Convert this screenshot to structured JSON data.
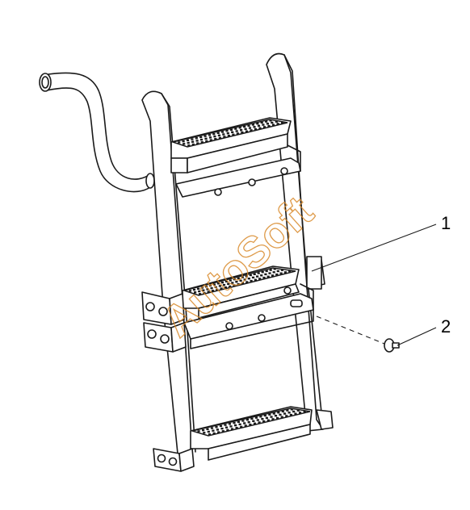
{
  "callouts": [
    {
      "number": "1"
    },
    {
      "number": "2"
    }
  ],
  "watermark": {
    "text": "AutoSoft",
    "color": "#d98a2b"
  },
  "colors": {
    "line": "#1a1a1a",
    "background": "#ffffff"
  }
}
